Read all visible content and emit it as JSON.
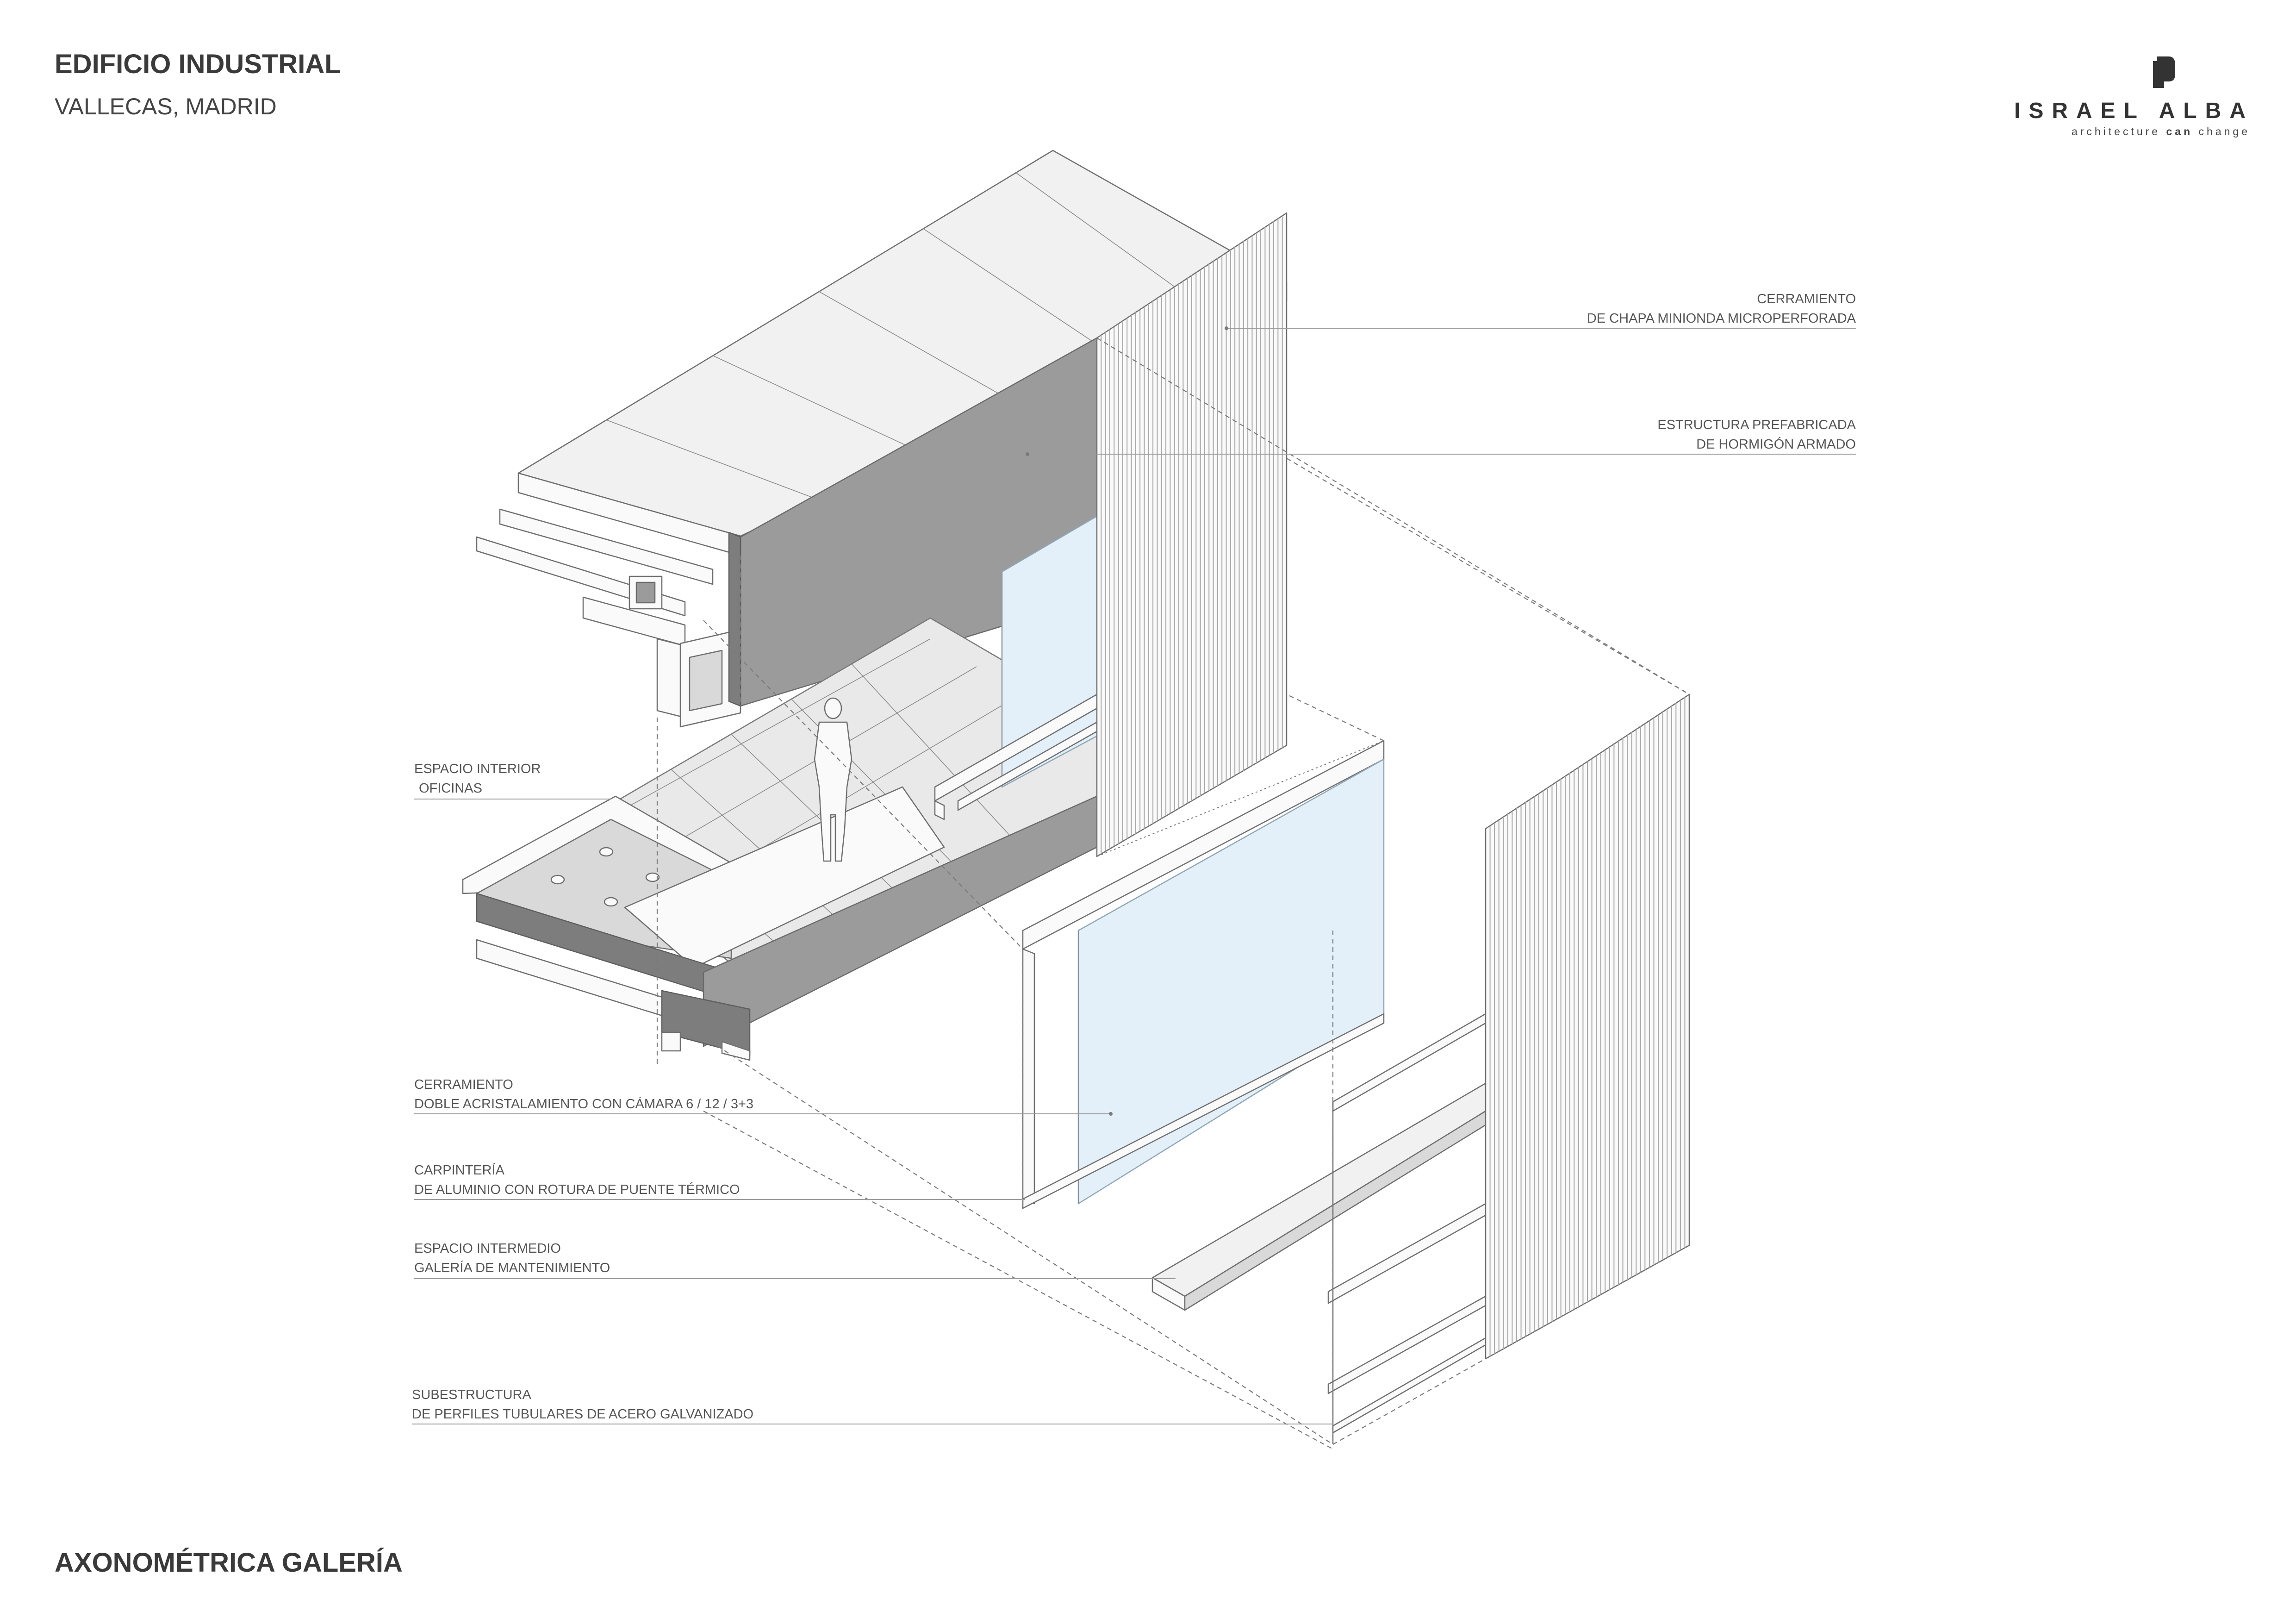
{
  "header": {
    "title": "EDIFICIO INDUSTRIAL",
    "subtitle": "VALLECAS, MADRID"
  },
  "logo": {
    "name": "ISRAEL ALBA",
    "tagline_pre": "architecture",
    "tagline_bold": "can",
    "tagline_post": "change",
    "icon": "israel-alba-logo-icon"
  },
  "labels": {
    "cerramiento_chapa": {
      "line1": "CERRAMIENTO",
      "line2": "DE CHAPA MINIONDA MICROPERFORADA"
    },
    "estructura": {
      "line1": "ESTRUCTURA PREFABRICADA",
      "line2": "DE HORMIGÓN ARMADO"
    },
    "espacio_interior": {
      "line1": "ESPACIO INTERIOR",
      "line2": "OFICINAS"
    },
    "cerramiento_vidrio": {
      "line1": "CERRAMIENTO",
      "line2": "DOBLE ACRISTALAMIENTO CON CÁMARA  6 / 12 / 3+3"
    },
    "carpinteria": {
      "line1": "CARPINTERÍA",
      "line2": "DE ALUMINIO CON ROTURA DE PUENTE TÉRMICO"
    },
    "espacio_intermedio": {
      "line1": "ESPACIO INTERMEDIO",
      "line2": "GALERÍA DE MANTENIMIENTO"
    },
    "subestructura": {
      "line1": "SUBESTRUCTURA",
      "line2": "DE PERFILES TUBULARES DE ACERO GALVANIZADO"
    }
  },
  "footer": {
    "drawing_title": "AXONOMÉTRICA GALERÍA"
  },
  "colors": {
    "concrete_dark": "#9b9b9b",
    "glass": "#e3f0fa",
    "line": "#6f6f6f"
  }
}
